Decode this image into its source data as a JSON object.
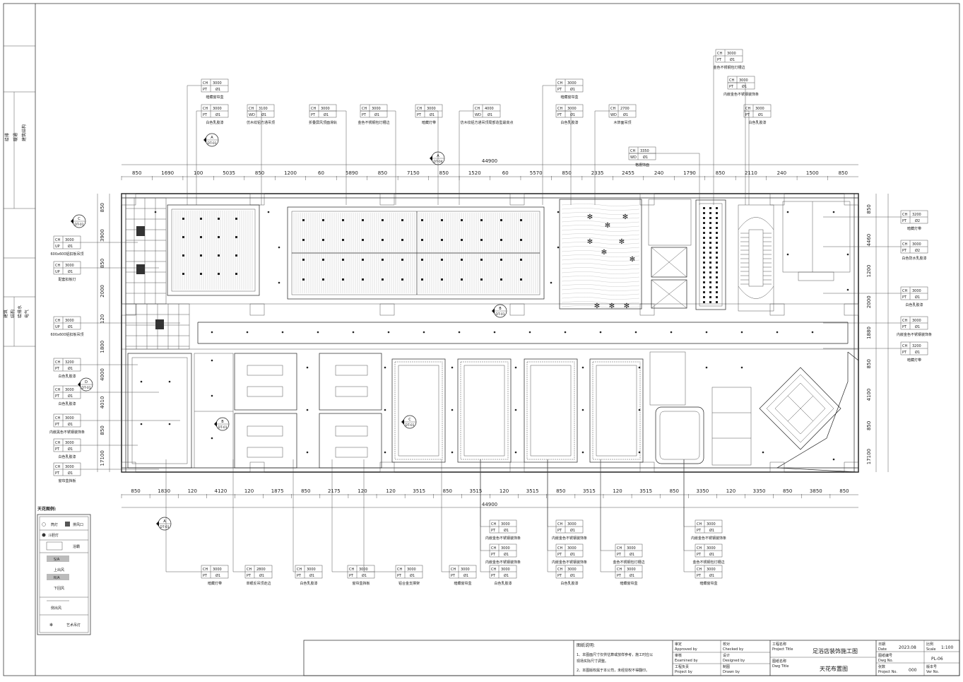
{
  "sheet": {
    "overall_dimension": "44900",
    "top_dims": [
      "850",
      "1690",
      "100",
      "5035",
      "850",
      "1200",
      "60",
      "5890",
      "850",
      "7150",
      "850",
      "1520",
      "60",
      "5570",
      "850",
      "2335",
      "2455",
      "240",
      "1790",
      "850",
      "2110",
      "240",
      "1500",
      "850"
    ],
    "bottom_dims": [
      "850",
      "1830",
      "120",
      "4120",
      "120",
      "1875",
      "850",
      "2175",
      "120",
      "120",
      "3515",
      "850",
      "3515",
      "120",
      "3515",
      "850",
      "3515",
      "120",
      "3515",
      "850",
      "3350",
      "120",
      "3350",
      "850",
      "3850",
      "850"
    ],
    "left_dims": [
      "850",
      "3900",
      "850",
      "2000",
      "120",
      "1800",
      "4000",
      "4010",
      "850",
      "17100"
    ],
    "right_dims": [
      "850",
      "4460",
      "1200",
      "2000",
      "1880",
      "850",
      "4100",
      "850",
      "17100"
    ]
  },
  "callouts_top": [
    {
      "ch": "CH",
      "v1": "3000",
      "k2": "PT",
      "v2": "Ø1",
      "text": "暗藏窗帘盒"
    },
    {
      "ch": "CH",
      "v1": "3000",
      "k2": "PT",
      "v2": "Ø1",
      "text": "白色乳胶漆"
    },
    {
      "ch": "CH",
      "v1": "3100",
      "k2": "WD",
      "v2": "Ø1",
      "text": "仿木纹铝方通吊顶"
    },
    {
      "ch": "CH",
      "v1": "3000",
      "k2": "PT",
      "v2": "Ø1",
      "text": "折叠屏风顶面滑轨"
    },
    {
      "ch": "CH",
      "v1": "3000",
      "k2": "PT",
      "v2": "Ø1",
      "text": "金色不锈钢包灯槽边"
    },
    {
      "ch": "CH",
      "v1": "3000",
      "k2": "PT",
      "v2": "Ø1",
      "text": "暗藏灯带"
    },
    {
      "ch": "CH",
      "v1": "4000",
      "k2": "WD",
      "v2": "Ø1",
      "text": "仿木纹铝方通吊顶局部造型最高点"
    },
    {
      "ch": "CH",
      "v1": "3000",
      "k2": "PT",
      "v2": "Ø1",
      "text": "暗藏窗帘盒"
    },
    {
      "ch": "CH",
      "v1": "3000",
      "k2": "PT",
      "v2": "Ø1",
      "text": "白色乳胶漆"
    },
    {
      "ch": "CH",
      "v1": "2700",
      "k2": "WD",
      "v2": "Ø1",
      "text": "木饰面吊顶"
    },
    {
      "ch": "CH",
      "v1": "3350",
      "k2": "WD",
      "v2": "Ø1",
      "text": "格栅饰面"
    },
    {
      "ch": "CH",
      "v1": "3000",
      "k2": "PT",
      "v2": "Ø1",
      "text": "金色不锈钢包灯槽边"
    },
    {
      "ch": "CH",
      "v1": "3000",
      "k2": "PT",
      "v2": "Ø1",
      "text": "内嵌金色不锈钢装饰条"
    },
    {
      "ch": "CH",
      "v1": "3000",
      "k2": "PT",
      "v2": "Ø1",
      "text": "白色乳胶漆"
    }
  ],
  "callouts_left": [
    {
      "ch": "CH",
      "v1": "3000",
      "k2": "UP",
      "v2": "Ø1",
      "text": "600x600铝扣板吊顶"
    },
    {
      "ch": "CH",
      "v1": "3000",
      "k2": "UP",
      "v2": "Ø1",
      "text": "配套扣板灯"
    },
    {
      "ch": "CH",
      "v1": "3000",
      "k2": "UP",
      "v2": "Ø1",
      "text": "600x600铝扣板吊顶"
    },
    {
      "ch": "CH",
      "v1": "3200",
      "k2": "PT",
      "v2": "Ø1",
      "text": "白色乳胶漆"
    },
    {
      "ch": "CH",
      "v1": "3000",
      "k2": "PT",
      "v2": "Ø1",
      "text": "白色乳胶漆"
    },
    {
      "ch": "CH",
      "v1": "3000",
      "k2": "PT",
      "v2": "Ø1",
      "text": "内嵌黑色不锈钢装饰条"
    },
    {
      "ch": "CH",
      "v1": "3000",
      "k2": "PT",
      "v2": "Ø1",
      "text": "白色乳胶漆"
    },
    {
      "ch": "CH",
      "v1": "3000",
      "k2": "PT",
      "v2": "Ø1",
      "text": "窗帘盒挡板"
    }
  ],
  "callouts_right": [
    {
      "ch": "CH",
      "v1": "3200",
      "k2": "PT",
      "v2": "Ø2",
      "text": "暗藏灯带"
    },
    {
      "ch": "CH",
      "v1": "3000",
      "k2": "PT",
      "v2": "Ø2",
      "text": "白色防水乳胶漆"
    },
    {
      "ch": "CH",
      "v1": "3000",
      "k2": "PT",
      "v2": "Ø1",
      "text": "白色乳胶漆"
    },
    {
      "ch": "CH",
      "v1": "3000",
      "k2": "PT",
      "v2": "Ø1",
      "text": "内嵌金色不锈钢装饰条"
    },
    {
      "ch": "CH",
      "v1": "3200",
      "k2": "PT",
      "v2": "Ø1",
      "text": "暗藏灯带"
    }
  ],
  "callouts_bottom": [
    {
      "ch": "CH",
      "v1": "3000",
      "k2": "PT",
      "v2": "Ø1",
      "text": "暗藏灯带"
    },
    {
      "ch": "CH",
      "v1": "2800",
      "k2": "PT",
      "v2": "Ø1",
      "text": "单眼反吊顶走边"
    },
    {
      "ch": "CH",
      "v1": "3000",
      "k2": "PT",
      "v2": "Ø1",
      "text": "白色乳胶漆"
    },
    {
      "ch": "CH",
      "v1": "3000",
      "k2": "PT",
      "v2": "Ø1",
      "text": "窗帘盒挡板"
    },
    {
      "ch": "CH",
      "v1": "3000",
      "k2": "PT",
      "v2": "Ø1",
      "text": "铝合金支撑架"
    },
    {
      "ch": "CH",
      "v1": "3000",
      "k2": "PT",
      "v2": "Ø1",
      "text": "暗藏窗帘盒"
    },
    {
      "ch": "CH",
      "v1": "3000",
      "k2": "PT",
      "v2": "Ø1",
      "text": "内嵌金色不锈钢装饰条"
    },
    {
      "ch": "CH",
      "v1": "3000",
      "k2": "PT",
      "v2": "Ø1",
      "text": "内嵌金色不锈钢装饰条"
    },
    {
      "ch": "CH",
      "v1": "3000",
      "k2": "PT",
      "v2": "Ø1",
      "text": "白色乳胶漆"
    },
    {
      "ch": "CH",
      "v1": "3000",
      "k2": "PT",
      "v2": "Ø1",
      "text": "内嵌金色不锈钢装饰条"
    },
    {
      "ch": "CH",
      "v1": "3000",
      "k2": "PT",
      "v2": "Ø1",
      "text": "内嵌金色不锈钢装饰条"
    },
    {
      "ch": "CH",
      "v1": "3000",
      "k2": "PT",
      "v2": "Ø1",
      "text": "白色乳胶漆"
    },
    {
      "ch": "CH",
      "v1": "3000",
      "k2": "PT",
      "v2": "Ø1",
      "text": "金色不锈钢包灯槽边"
    },
    {
      "ch": "CH",
      "v1": "3000",
      "k2": "PT",
      "v2": "Ø1",
      "text": "暗藏窗帘盒"
    },
    {
      "ch": "CH",
      "v1": "3000",
      "k2": "PT",
      "v2": "Ø1",
      "text": "内嵌金色不锈钢装饰条"
    },
    {
      "ch": "CH",
      "v1": "3000",
      "k2": "PT",
      "v2": "Ø1",
      "text": "金色不锈钢包灯槽边"
    },
    {
      "ch": "CH",
      "v1": "3000",
      "k2": "PT",
      "v2": "Ø1",
      "text": "暗藏窗帘盒"
    }
  ],
  "section_markers": [
    {
      "letter": "A",
      "ref": "DT-01"
    },
    {
      "letter": "A",
      "ref": "DT-04"
    },
    {
      "letter": "C",
      "ref": "DT-01"
    },
    {
      "letter": "B",
      "ref": "DT-01"
    },
    {
      "letter": "D",
      "ref": "DT-01"
    },
    {
      "letter": "B",
      "ref": "DT-01"
    },
    {
      "letter": "C",
      "ref": "DT-01"
    },
    {
      "letter": "A",
      "ref": "DT-01"
    }
  ],
  "left_strip": {
    "top_labels": [
      "给排",
      "暖通",
      "建筑结构"
    ],
    "mid_labels": [
      "建筑",
      "结构",
      "给排水",
      "电气"
    ]
  },
  "legend": {
    "title": "天花图例:",
    "items": [
      "筒灯",
      "排风口",
      "斗胆灯",
      "浴霸",
      "上出风",
      "下回风",
      "侧出风",
      "艺术吊灯"
    ],
    "sa_label": "S/A",
    "ra_label": "R/A"
  },
  "title_block": {
    "notes_title": "图纸说明:",
    "notes": [
      "1、本图面尺寸仅供估算或放样参考，施工时应以",
      "现场实际尺寸调整。",
      "2、本图版权属于本公司，未经授权不得翻印。"
    ],
    "approved_cn": "审定",
    "approved_en": "Approved by",
    "examined_cn": "审核",
    "examined_en": "Examined by",
    "pm_cn": "工程负责",
    "pm_en": "Project by",
    "checked_cn": "校对",
    "checked_en": "Checked by",
    "designed_cn": "设计",
    "designed_en": "Designed by",
    "drawn_cn": "制图",
    "drawn_en": "Drawn by",
    "project_title_cn": "工程名称",
    "project_title_en": "Project Title",
    "project_title": "足浴店装饰施工图",
    "dwg_title_cn": "图纸名称",
    "dwg_title_en": "Dwg Title",
    "dwg_title": "天花布置图",
    "date_cn": "日期",
    "date_en": "Date",
    "date": "2023.08",
    "scale_cn": "比例",
    "scale_en": "Scale",
    "scale": "1:100",
    "dwgno_cn": "图纸编号",
    "dwgno_en": "Dwg No.",
    "dwgno": "PL-06",
    "projno_cn": "张数",
    "projno_en": "Project No.",
    "projno": "000",
    "ver_cn": "版本号",
    "ver_en": "Ver No."
  }
}
